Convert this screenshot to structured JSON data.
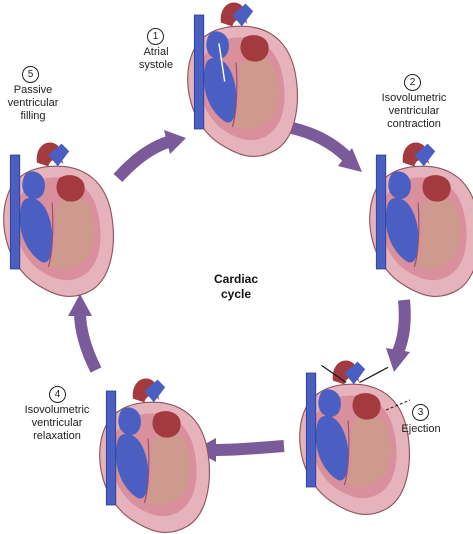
{
  "center_label": [
    "Cardiac",
    "cycle"
  ],
  "stages": [
    {
      "number": "1",
      "label": [
        "Atrial",
        "systole"
      ]
    },
    {
      "number": "2",
      "label": [
        "Isovolumetric",
        "ventricular",
        "contraction"
      ]
    },
    {
      "number": "3",
      "label": [
        "Ejection"
      ]
    },
    {
      "number": "4",
      "label": [
        "Isovolumetric",
        "ventricular",
        "relaxation"
      ]
    },
    {
      "number": "5",
      "label": [
        "Passive",
        "ventricular",
        "filling"
      ]
    }
  ],
  "colors": {
    "cycle_arrow": "#7a5a98",
    "heart_outer": "#e6b3bd",
    "heart_wall": "#d98f9c",
    "oxygenated": "#a33a3f",
    "deoxygenated": "#4a5fc1",
    "left_ventricle": "#cf9a8e",
    "flow_arrow": "#1a1a1a"
  }
}
